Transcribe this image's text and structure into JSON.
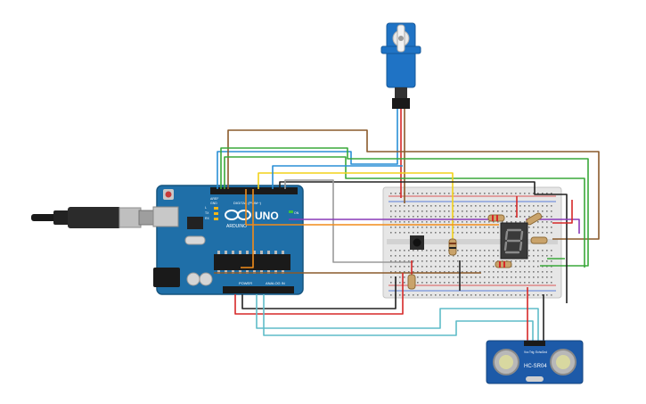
{
  "arduino": {
    "brand": "ARDUINO",
    "model": "UNO",
    "digital_label": "DIGITAL (PWM~)",
    "power_label": "POWER",
    "analog_label": "ANALOG IN",
    "aref_label": "AREF",
    "gnd_label": "GND",
    "tx_label": "TX",
    "rx_label": "RX",
    "l_label": "L",
    "on_label": "ON"
  },
  "ultrasonic": {
    "model": "HC-SR04",
    "pins": [
      "Vcc",
      "Trig",
      "Echo",
      "Gnd"
    ]
  },
  "display": {
    "digit": "8"
  },
  "colors": {
    "arduino_board": "#1f6fa8",
    "breadboard": "#e6e6e6",
    "servo_body": "#1f73c5",
    "sensor_board": "#1d5aa8",
    "wire_red": "#d62828",
    "wire_black": "#222222",
    "wire_brown": "#8a5a2b",
    "wire_green": "#3aa83a",
    "wire_orange": "#f28c1a",
    "wire_yellow": "#f2d21a",
    "wire_blue": "#2a8fd6",
    "wire_purple": "#8a3ab8",
    "wire_teal": "#5fbcc8",
    "wire_gray": "#9a9a9a"
  }
}
